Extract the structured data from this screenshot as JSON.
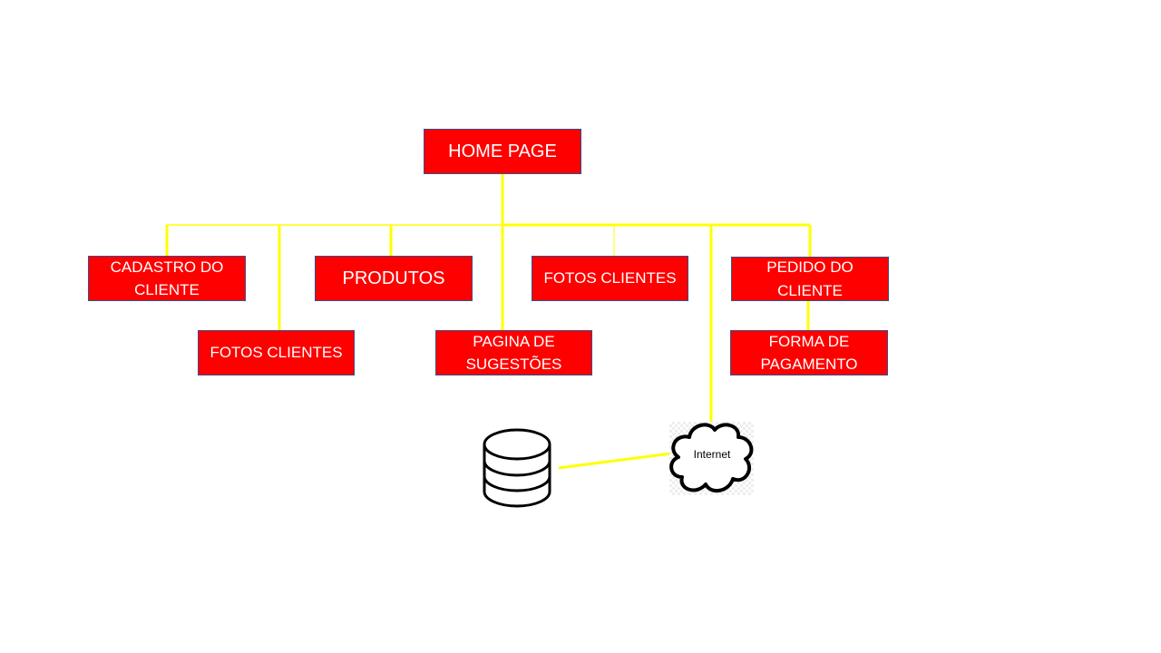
{
  "nodes": {
    "home": "HOME PAGE",
    "cadastro": "CADASTRO DO CLIENTE",
    "produtos": "PRODUTOS",
    "fotos_clientes_1": "FOTOS CLIENTES",
    "pedido": "PEDIDO DO CLIENTE",
    "fotos_clientes_2": "FOTOS CLIENTES",
    "pagina_sugestoes": "PAGINA DE SUGESTÕES",
    "forma_pagamento": "FORMA DE PAGAMENTO"
  },
  "cloud": {
    "label": "Internet",
    "icon": "cloud-icon"
  },
  "database": {
    "icon": "database-icon"
  },
  "colors": {
    "box_fill": "#ff0000",
    "box_border": "#3a4f8a",
    "box_text": "#ffffff",
    "connector": "#ffff00"
  }
}
